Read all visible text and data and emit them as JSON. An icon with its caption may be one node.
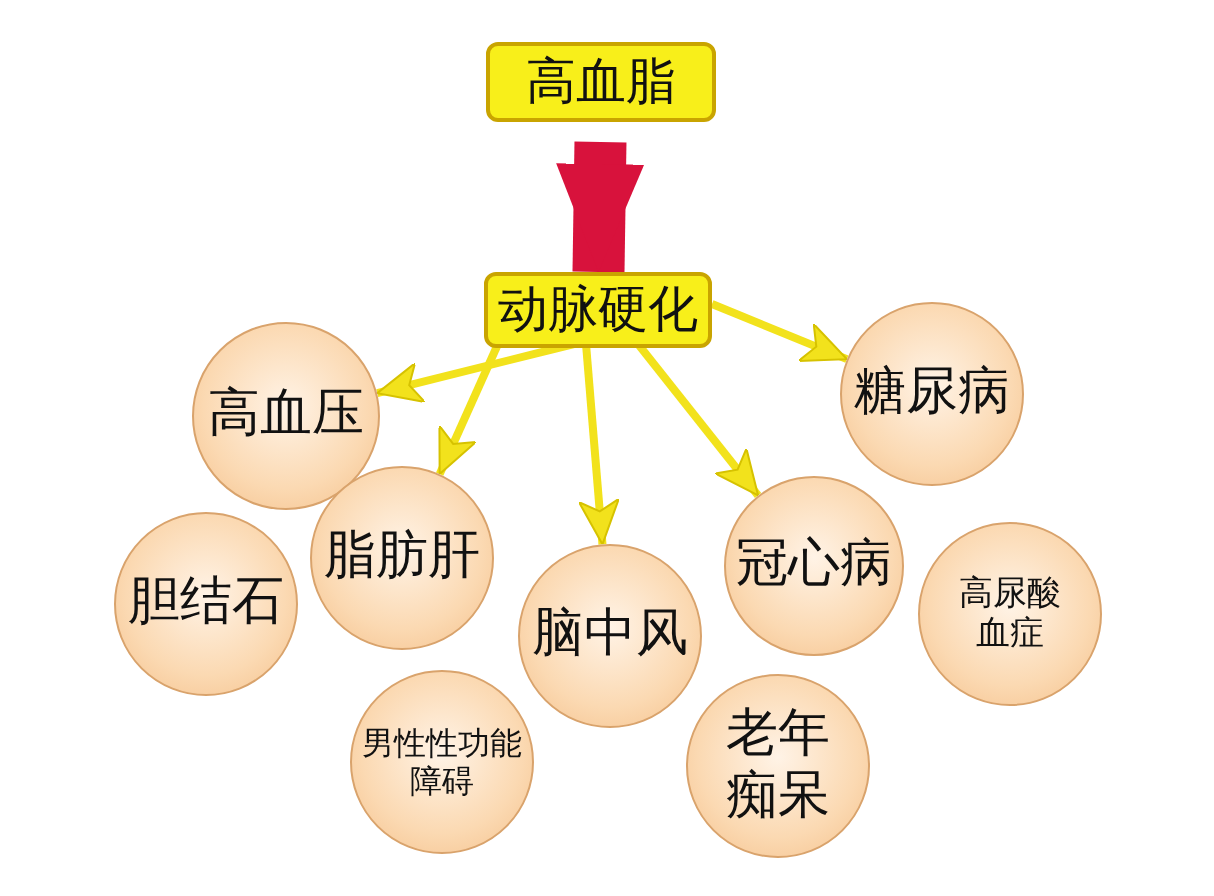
{
  "diagram": {
    "nodes": [
      {
        "text": [
          "高血脂"
        ]
      },
      {
        "text": [
          "动脉硬化"
        ]
      },
      {
        "text": [
          "高血压"
        ]
      },
      {
        "text": [
          "脂肪肝"
        ]
      },
      {
        "text": [
          "脑中风"
        ]
      },
      {
        "text": [
          "冠心病"
        ]
      },
      {
        "text": [
          "糖尿病"
        ]
      },
      {
        "text": [
          "胆结石"
        ]
      },
      {
        "text": [
          "男性性功能障碍"
        ]
      },
      {
        "text": [
          "老年痴呆"
        ]
      },
      {
        "text": [
          "高尿酸血症"
        ]
      }
    ],
    "edges": [
      {
        "from": 0,
        "to": 1,
        "arrow": "to",
        "style": "thick",
        "color": "#d8123c"
      },
      {
        "from": 1,
        "to": 2,
        "arrow": "to"
      },
      {
        "from": 1,
        "to": 3,
        "arrow": "to"
      },
      {
        "from": 1,
        "to": 4,
        "arrow": "to"
      },
      {
        "from": 1,
        "to": 5,
        "arrow": "to"
      },
      {
        "from": 1,
        "to": 6,
        "arrow": "to"
      }
    ]
  }
}
